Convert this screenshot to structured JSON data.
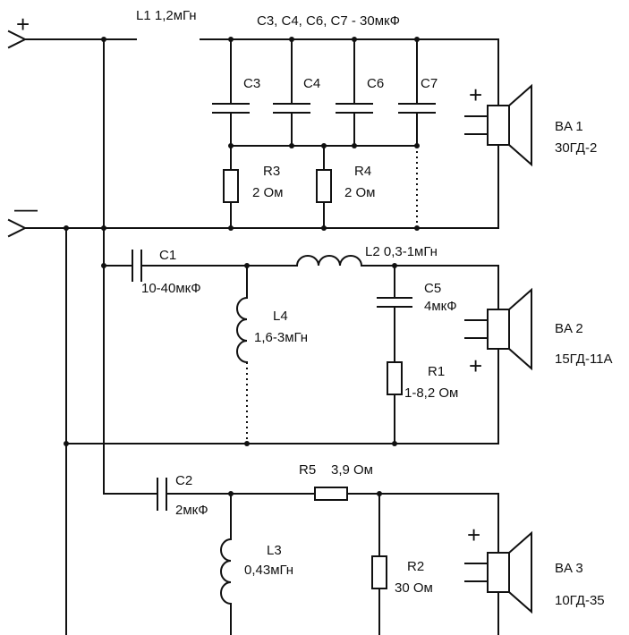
{
  "terminals": {
    "plus": "+",
    "minus": "—"
  },
  "labels": {
    "L1": "L1 1,2мГн",
    "C_group": "C3, C4, C6, C7 - 30мкФ",
    "C3": "C3",
    "C4": "C4",
    "C6": "C6",
    "C7": "C7",
    "R3": "R3",
    "R3_value": "2 Ом",
    "R4": "R4",
    "R4_value": "2 Ом",
    "BA1": "BA 1",
    "BA1_type": "30ГД-2",
    "C1": "C1",
    "C1_value": "10-40мкФ",
    "L2": "L2 0,3-1мГн",
    "L4": "L4",
    "L4_value": "1,6-3мГн",
    "C5": "C5",
    "C5_value": "4мкФ",
    "R1": "R1",
    "R1_value": "1-8,2 Ом",
    "BA2": "BA 2",
    "BA2_type": "15ГД-11A",
    "C2": "C2",
    "C2_value": "2мкФ",
    "R5": "R5",
    "R5_value": "3,9 Ом",
    "L3": "L3",
    "L3_value": "0,43мГн",
    "R2": "R2",
    "R2_value": "30 Ом",
    "BA3": "BA 3",
    "BA3_type": "10ГД-35"
  },
  "polarity": {
    "BA1": "+",
    "BA2": "+",
    "BA3": "+"
  }
}
